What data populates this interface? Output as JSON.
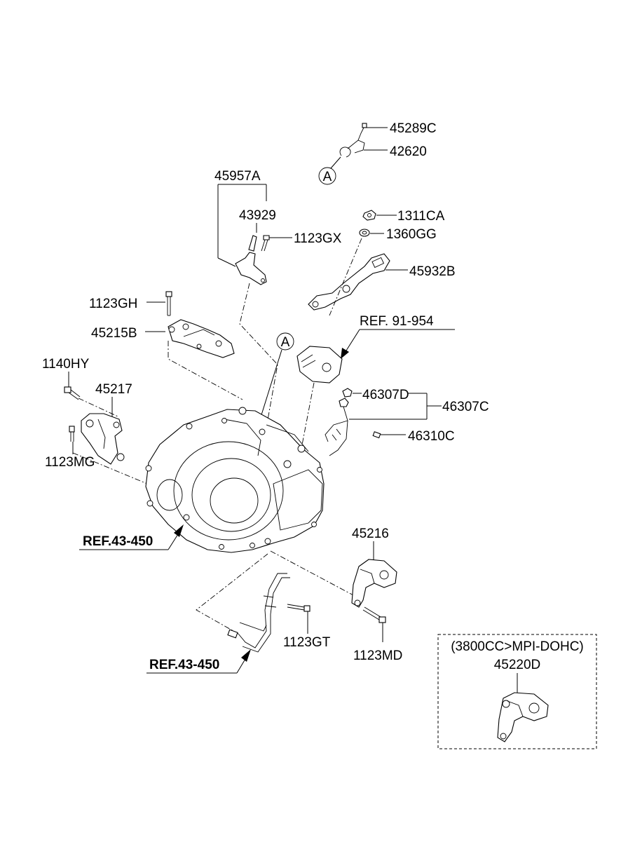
{
  "labels": {
    "p45289C": "45289C",
    "p42620": "42620",
    "p45957A": "45957A",
    "p43929": "43929",
    "p1311CA": "1311CA",
    "p1123GX": "1123GX",
    "p1360GG": "1360GG",
    "p45932B": "45932B",
    "p1123GH": "1123GH",
    "ref91": "REF. 91-954",
    "p45215B": "45215B",
    "p1140HY": "1140HY",
    "p45217": "45217",
    "p46307D": "46307D",
    "p46307C": "46307C",
    "p46310C": "46310C",
    "p1123MG": "1123MG",
    "ref43a": "REF.43-450",
    "p45216": "45216",
    "p1123GT": "1123GT",
    "p1123MD": "1123MD",
    "ref43b": "REF.43-450",
    "variant_note": "(3800CC>MPI-DOHC)",
    "p45220D": "45220D",
    "circleA": "A"
  }
}
